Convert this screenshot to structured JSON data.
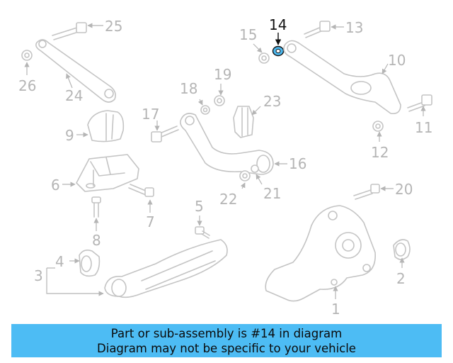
{
  "highlight_part": "14",
  "callouts": [
    "1",
    "2",
    "3",
    "4",
    "5",
    "6",
    "7",
    "8",
    "9",
    "10",
    "11",
    "12",
    "13",
    "14",
    "15",
    "16",
    "17",
    "18",
    "19",
    "20",
    "21",
    "22",
    "23",
    "24",
    "25",
    "26"
  ],
  "banner": {
    "line1": "Part or sub-assembly is #14 in diagram",
    "line2": "Diagram may not be specific to your vehicle"
  },
  "colors": {
    "banner_bg": "#4dbcf4",
    "highlight_fill": "#4db8ee",
    "line_gray": "#c4c4c4",
    "text_gray": "#b5b5b5"
  }
}
